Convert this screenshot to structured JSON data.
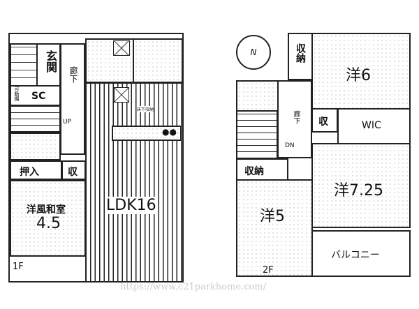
{
  "floor1": {
    "label": "1F",
    "rooms": {
      "entrance": "玄関",
      "hallway": "廊下",
      "shoe_closet": "SC",
      "movable_shelf": "可動棚",
      "up": "UP",
      "oshiire": "押入",
      "storage": "収",
      "ldk": "LDK16",
      "washitsu_name": "洋風和室",
      "washitsu_size": "4.5",
      "underfloor": "床下収納"
    }
  },
  "floor2": {
    "label": "2F",
    "rooms": {
      "room6_name": "洋",
      "room6_size": "6",
      "storage_top": "収納",
      "hallway": "廊下",
      "storage_small": "収",
      "wic": "WIC",
      "dn": "DN",
      "storage_left": "収納",
      "room725_name": "洋",
      "room725_size": "7.25",
      "room5_name": "洋",
      "room5_size": "5",
      "balcony": "バルコニー"
    },
    "compass": "N"
  },
  "watermark": "https://www.c21parkhome.com/"
}
